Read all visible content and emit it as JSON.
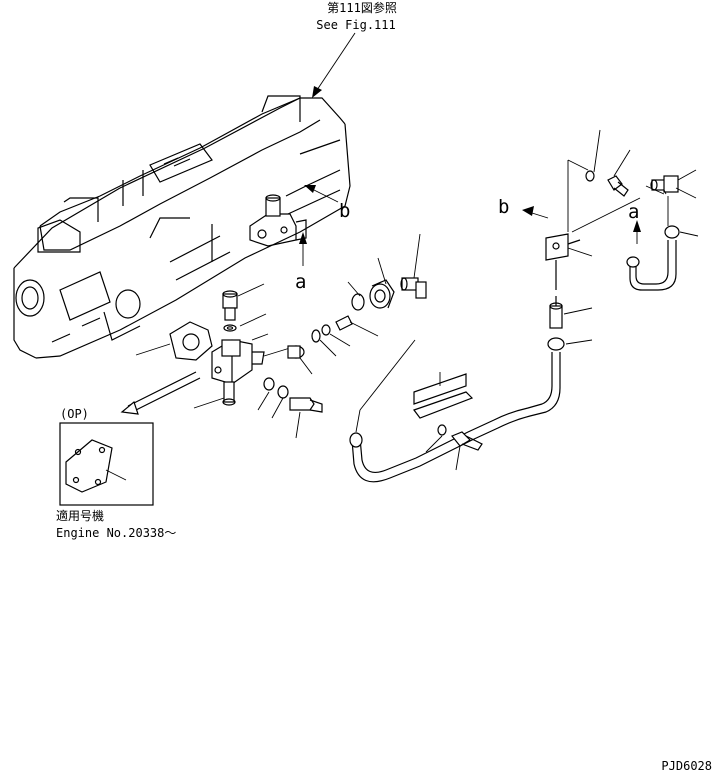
{
  "header_ref": {
    "jp": "第111図参照",
    "en": "See Fig.111"
  },
  "labels": {
    "a_left": "a",
    "b_left": "b",
    "a_right": "a",
    "b_right": "b"
  },
  "option_box": {
    "title": "(OP)",
    "applicable_jp": "適用号機",
    "engine_no": "Engine No.20338～"
  },
  "drawing_code": "PJD6028"
}
